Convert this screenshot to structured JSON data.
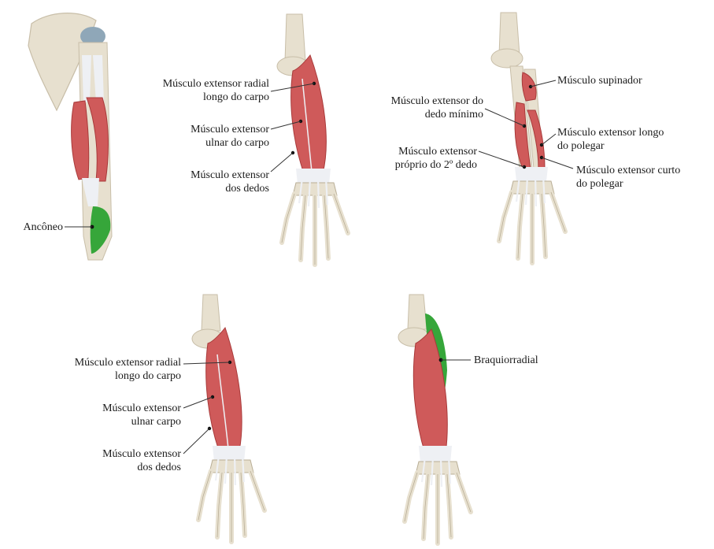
{
  "colors": {
    "bone": "#e7e0cf",
    "bone_shade": "#c8bea8",
    "muscle": "#cf5a5a",
    "muscle_dark": "#a83a3a",
    "tendon": "#eef0f4",
    "highlight_green": "#36a63a",
    "cartilage": "#8fa7b8"
  },
  "figures": [
    {
      "label_lines": [
        "Ancôneo"
      ]
    },
    {
      "labels": [
        {
          "text_lines": [
            "Músculo extensor radial",
            "longo do carpo"
          ]
        },
        {
          "text_lines": [
            "Músculo extensor",
            "ulnar do carpo"
          ]
        },
        {
          "text_lines": [
            "Músculo extensor",
            "dos dedos"
          ]
        }
      ]
    },
    {
      "labels": [
        {
          "text_lines": [
            "Músculo supinador"
          ]
        },
        {
          "text_lines": [
            "Músculo extensor do",
            "dedo mínimo"
          ]
        },
        {
          "text_lines": [
            "Músculo extensor longo",
            "do polegar"
          ]
        },
        {
          "text_lines": [
            "Músculo extensor",
            "próprio do 2º dedo"
          ]
        },
        {
          "text_lines": [
            "Músculo extensor curto",
            "do polegar"
          ]
        }
      ]
    },
    {
      "labels": [
        {
          "text_lines": [
            "Músculo extensor radial",
            "longo do carpo"
          ]
        },
        {
          "text_lines": [
            "Músculo extensor",
            "ulnar carpo"
          ]
        },
        {
          "text_lines": [
            "Músculo extensor",
            "dos dedos"
          ]
        }
      ]
    },
    {
      "label_lines": [
        "Braquiorradial"
      ]
    }
  ]
}
